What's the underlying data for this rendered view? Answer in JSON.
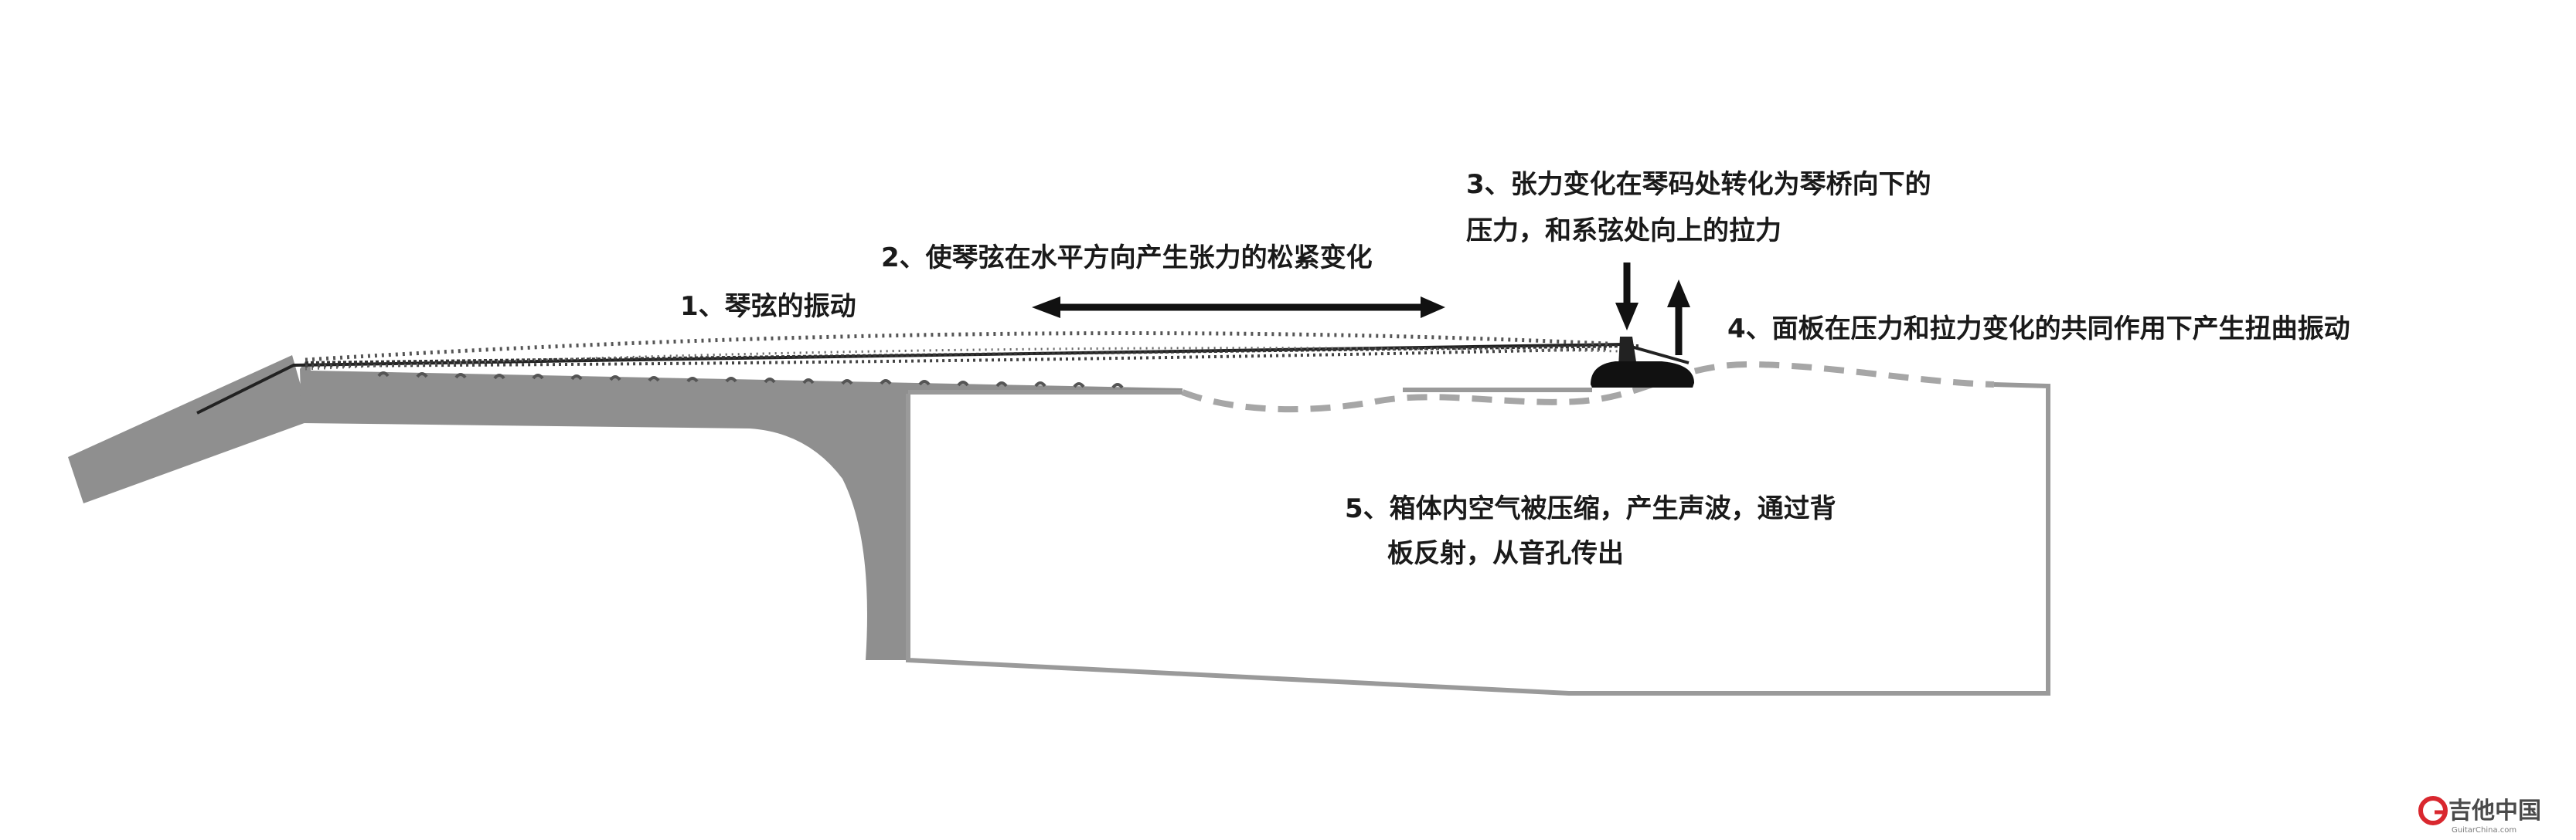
{
  "labels": {
    "l1": "1、琴弦的振动",
    "l2": "2、使琴弦在水平方向产生张力的松紧变化",
    "l3_line1": "3、张力变化在琴码处转化为琴桥向下的",
    "l3_line2": "压力，和系弦处向上的拉力",
    "l4": "4、面板在压力和拉力变化的共同作用下产生扭曲振动",
    "l5_line1": "5、箱体内空气被压缩，产生声波，通过背",
    "l5_line2": "板反射，从音孔传出"
  },
  "watermark": {
    "text": "吉他中国",
    "sub": "GuitarChina.com"
  },
  "colors": {
    "body_gray": "#8f8f8f",
    "outline": "#9a9a9a",
    "string": "#222222",
    "bridge": "#111111",
    "dashed_soundboard": "#a6a6a6",
    "logo_red": "#d9272e"
  }
}
